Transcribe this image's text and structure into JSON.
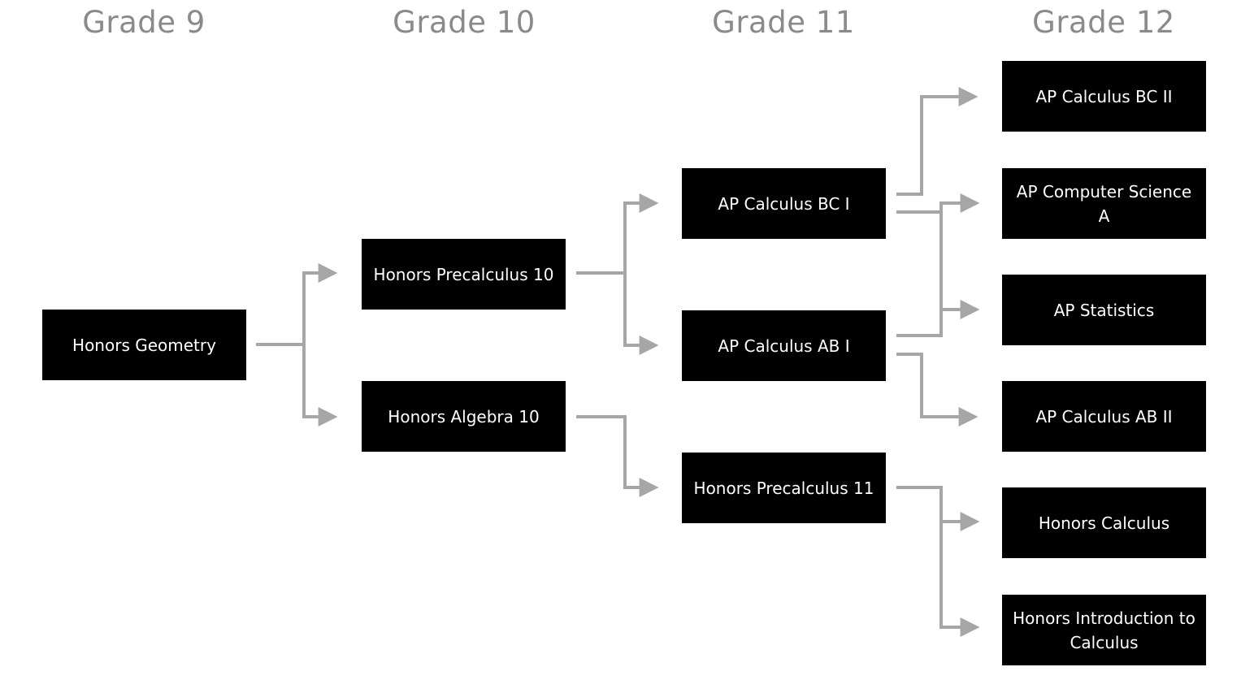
{
  "grades": {
    "g9": "Grade 9",
    "g10": "Grade 10",
    "g11": "Grade 11",
    "g12": "Grade 12"
  },
  "courses": {
    "honors_geometry": "Honors Geometry",
    "honors_precalculus_10": "Honors Precalculus 10",
    "honors_algebra_10": "Honors Algebra 10",
    "ap_calculus_bc_1": "AP Calculus BC I",
    "ap_calculus_ab_1": "AP Calculus AB I",
    "honors_precalculus_11": "Honors Precalculus 11",
    "ap_calculus_bc_2": "AP Calculus BC II",
    "ap_computer_science_a": "AP Computer Science A",
    "ap_statistics": "AP Statistics",
    "ap_calculus_ab_2": "AP Calculus AB II",
    "honors_calculus": "Honors Calculus",
    "honors_intro_calculus": "Honors Introduction to Calculus"
  },
  "colors": {
    "node_fill": "#000000",
    "node_text": "#ffffff",
    "connector": "#a6a6a6",
    "header_text": "#8a8a8a"
  }
}
